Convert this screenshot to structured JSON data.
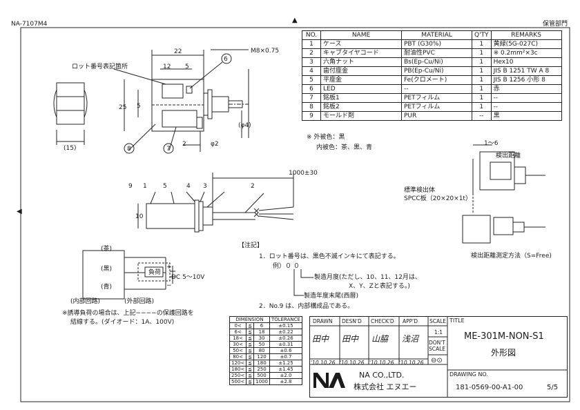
{
  "header": {
    "doc_code": "NA-7107M4",
    "control_label": "保管部門"
  },
  "parts_table": {
    "headers": [
      "NO.",
      "NAME",
      "MATERIAL",
      "Q'TY",
      "REMARKS"
    ],
    "rows": [
      [
        "1",
        "ケース",
        "PBT (G30%)",
        "1",
        "黄緑(5G-027C)"
      ],
      [
        "2",
        "キャブタイヤコード",
        "耐油性PVC",
        "1",
        "※ 0.2mm²×3c"
      ],
      [
        "3",
        "六角ナット",
        "Bs(Ep-Cu/Ni)",
        "1",
        "Hex10"
      ],
      [
        "4",
        "歯付座金",
        "PB(Ep-Cu/Ni)",
        "1",
        "JIS B 1251 TW A 8"
      ],
      [
        "5",
        "平座金",
        "Fe(クロメート)",
        "1",
        "JIS B 1256 小形 8"
      ],
      [
        "6",
        "LED",
        "--",
        "1",
        "赤"
      ],
      [
        "7",
        "銘板1",
        "PETフィルム",
        "1",
        "--"
      ],
      [
        "8",
        "銘板2",
        "PETフィルム",
        "1",
        "--"
      ],
      [
        "9",
        "モールド剤",
        "PUR",
        "--",
        "黒"
      ]
    ],
    "note_line1": "※ 外被色：黒",
    "note_line2": "内被色：茶、黒、青"
  },
  "drawing": {
    "lot_label": "ロット番号表記箇所",
    "thread": "M8×0.75",
    "dim_22": "22",
    "dim_12": "12",
    "dim_5a": "5",
    "dim_5b": "5",
    "dim_25": "25",
    "dim_15": "(15)",
    "dim_2": "2",
    "dim_phi2": "φ2",
    "dim_phi4": "(φ4)",
    "dim_1000": "1000±30",
    "dim_10": "10",
    "balloons_top": [
      "6",
      "8",
      "7"
    ],
    "balloons_side": [
      "9",
      "1",
      "5",
      "4",
      "3",
      "2"
    ]
  },
  "detect": {
    "dim_1_6": "1〜6",
    "detect_dist": "検出距離",
    "std_object": "標準検出体",
    "spcc": "SPCC板（20×20×1t）",
    "method": "検出距離測定方法（S=Free)"
  },
  "circuit": {
    "brown": "(茶)",
    "black": "(黒)",
    "blue": "(青)",
    "load": "負荷",
    "plus": "+",
    "minus": "−",
    "supply": "DC 5〜10V",
    "internal": "(内部回路)",
    "external": "(外部回路)",
    "caution1": "※誘導負荷の場合は、上記−−−−の保護回路を",
    "caution2": "結線する。(ダイオード：1A、100V)"
  },
  "notes": {
    "heading": "【注記】",
    "line1": "1．ロット番号は、黒色不滅インキにて表記する。",
    "line2": "例）０ ０",
    "line3": "製造月度(ただし、10、11、12月は、",
    "line4": "X、Y、Zと表記する。)",
    "line5": "製造年度末尾(西暦)",
    "line6": "2．No.9 は、内部構成品である。"
  },
  "tolerance_table": {
    "headers": [
      "DIMENSION",
      "TOLERANCE"
    ],
    "rows": [
      [
        "0<",
        "≦",
        "6",
        "±0.15"
      ],
      [
        "6<",
        "≦",
        "18",
        "±0.22"
      ],
      [
        "18<",
        "≦",
        "30",
        "±0.26"
      ],
      [
        "30<",
        "≦",
        "50",
        "±0.31"
      ],
      [
        "50<",
        "≦",
        "80",
        "±0.6"
      ],
      [
        "80<",
        "≦",
        "120",
        "±0.7"
      ],
      [
        "120<",
        "≦",
        "180",
        "±1.25"
      ],
      [
        "180<",
        "≦",
        "250",
        "±1.45"
      ],
      [
        "250<",
        "≦",
        "500",
        "±2.0"
      ],
      [
        "500<",
        "≦",
        "1000",
        "±2.8"
      ]
    ]
  },
  "title_block": {
    "drawn": "DRAWN",
    "desnd": "DESN'D",
    "checkd": "CHECK'D",
    "appd": "APP'D",
    "scale_label": "SCALE",
    "scale_value": "1:1",
    "dont_scale": "DON'T SCALE",
    "title_label": "TITLE",
    "model": "ME-301M-NON-S1",
    "drawing_type": "外形図",
    "sig_drawn": "田中",
    "sig_desnd": "田中",
    "sig_checkd": "山脇",
    "sig_appd": "浅沼",
    "date_drawn": "'10.10.26",
    "date_desnd": "'10.10.26",
    "date_checkd": "'10.10.26",
    "date_appd": "'10.10.26",
    "company_en": "NA CO.,LTD.",
    "company_jp": "株式会社 エヌエー",
    "drawing_no_label": "DRAWING NO.",
    "drawing_no": "181-0569-00-A1-00",
    "sheet": "5/5"
  }
}
